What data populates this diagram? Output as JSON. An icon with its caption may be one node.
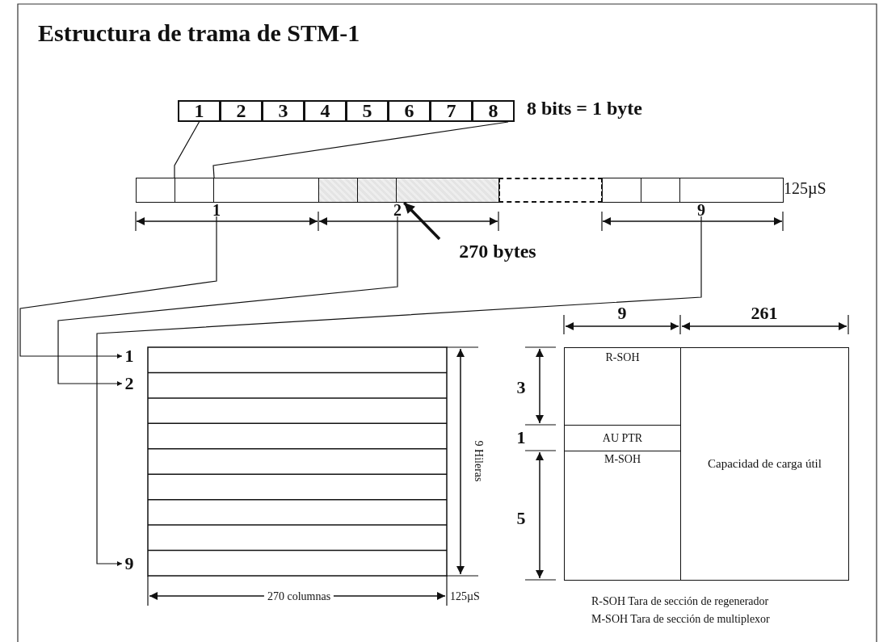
{
  "diagram": {
    "title": "Estructura de trama de STM-1",
    "nodes": [
      {
        "text": [
          "1"
        ]
      },
      {
        "text": [
          "2"
        ]
      },
      {
        "text": [
          "3"
        ]
      },
      {
        "text": [
          "4"
        ]
      },
      {
        "text": [
          "5"
        ]
      },
      {
        "text": [
          "6"
        ]
      },
      {
        "text": [
          "7"
        ]
      },
      {
        "text": [
          "8"
        ]
      },
      {
        "text": [],
        "shape": "box"
      },
      {
        "text": [],
        "shape": "box"
      },
      {
        "text": [],
        "shape": "box"
      },
      {
        "text": [],
        "shape": "box"
      },
      {
        "text": [],
        "shape": "box"
      },
      {
        "text": [],
        "shape": "box"
      },
      {
        "text": [],
        "shape": "box"
      },
      {
        "text": [],
        "shape": "box"
      },
      {
        "text": [],
        "shape": "box"
      },
      {
        "text": [],
        "shape": "box"
      },
      {
        "text": [
          "270 bytes"
        ]
      },
      {
        "text": [
          "1"
        ]
      },
      {
        "text": [
          "2"
        ]
      },
      {
        "text": [
          "9"
        ]
      },
      {
        "text": [
          "1"
        ]
      },
      {
        "text": [
          "2"
        ]
      },
      {
        "text": [
          "9"
        ]
      },
      {
        "text": [
          "R-SOH"
        ]
      },
      {
        "text": [
          "AU PTR"
        ]
      },
      {
        "text": [
          "M-SOH"
        ]
      },
      {
        "text": [
          "Capacidad de carga útil"
        ]
      }
    ],
    "edges": [
      {
        "from": 0,
        "to": 9,
        "arrow": "none"
      },
      {
        "from": 7,
        "to": 9,
        "arrow": "none"
      },
      {
        "from": 18,
        "to": 13,
        "arrow": "to",
        "style": "thick"
      },
      {
        "from": 19,
        "to": 22,
        "arrow": "to"
      },
      {
        "from": 20,
        "to": 23,
        "arrow": "to"
      },
      {
        "from": 21,
        "to": 24,
        "arrow": "to"
      }
    ],
    "labels": [
      "8 bits = 1 byte",
      "125µS",
      "9 Hileras",
      "270 columnas",
      "125µS",
      "9",
      "261",
      "3",
      "1",
      "5",
      "R-SOH Tara de sección de regenerador",
      "M-SOH Tara de sección de multiplexor"
    ]
  }
}
